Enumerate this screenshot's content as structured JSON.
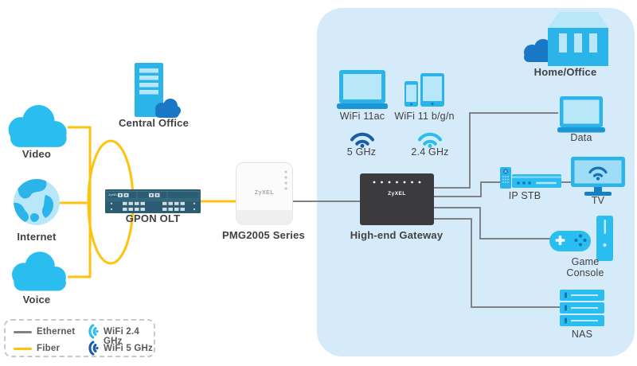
{
  "colors": {
    "fiber": "#FFC20E",
    "ethernet": "#808285",
    "cyan": "#29BEEF",
    "device_blue": "#2AB4E9",
    "screen_blue": "#B9E7FA",
    "dark_blue": "#1372B9",
    "navy": "#1B5CA8",
    "panel_bg": "#D5EBF9",
    "gateway_body": "#3B3B3D",
    "olt_body": "#2B5C72",
    "label": "#414042",
    "legend_text": "#58595B"
  },
  "wan": {
    "video": "Video",
    "internet": "Internet",
    "voice": "Voice",
    "central_office": "Central Office",
    "olt": "GPON OLT"
  },
  "cpe": {
    "pmg": "PMG2005 Series",
    "gateway": "High-end Gateway",
    "brand": "ZyXEL"
  },
  "lan": {
    "home_office": "Home/Office",
    "wifi_11ac": "WiFi 11ac",
    "wifi_11bgn": "WiFi 11 b/g/n",
    "band_5ghz": "5 GHz",
    "band_24ghz": "2.4 GHz",
    "data": "Data",
    "ip_stb": "IP STB",
    "tv": "TV",
    "game_console": "Game Console",
    "nas": "NAS"
  },
  "legend": {
    "ethernet": "Ethernet",
    "fiber": "Fiber",
    "wifi_24": "WiFi 2.4 GHz",
    "wifi_5": "WiFi 5 GHz"
  }
}
